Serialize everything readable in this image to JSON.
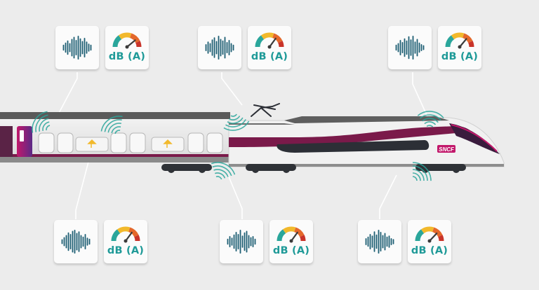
{
  "meter_label": "dB (A)",
  "logo_text": "SNCF",
  "colors": {
    "background": "#ececec",
    "wave": "#1e5f74",
    "teal": "#1f9a98",
    "gauge_green": "#2aa69b",
    "gauge_yellow": "#f2b92c",
    "gauge_orange": "#e4682b",
    "gauge_red": "#c9342a",
    "train_purple": "#7a1a4a",
    "train_dark": "#2c2f36"
  },
  "icons": [
    "sound-wave-icon",
    "decibel-meter-icon",
    "sound-emission-waves-icon",
    "pantograph-icon"
  ],
  "levels": [
    0.78,
    0.7,
    0.72,
    0.7,
    0.7,
    0.74
  ]
}
